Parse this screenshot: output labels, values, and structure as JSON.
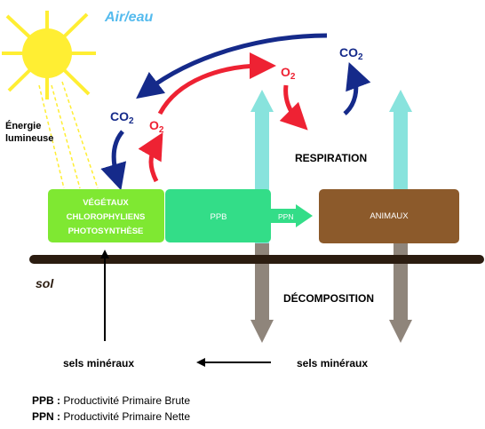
{
  "medium_label": "Air/eau",
  "sun_label_line1": "Énergie",
  "sun_label_line2": "lumineuse",
  "co2_text": "CO",
  "co2_sub": "2",
  "o2_text": "O",
  "o2_sub": "2",
  "plants_line1": "VÉGÉTAUX",
  "plants_line2": "CHLOROPHYLIENS",
  "plants_line3": "PHOTOSYNTHÈSE",
  "ppb_box": "PPB",
  "ppn_arrow": "PPN",
  "animals_box": "ANIMAUX",
  "respiration": "RESPIRATION",
  "decomposition": "DÉCOMPOSITION",
  "soil": "sol",
  "minerals_left": "sels minéraux",
  "minerals_right": "sels minéraux",
  "legend": [
    {
      "abbr": "PPB :",
      "text": " Productivité Primaire Brute"
    },
    {
      "abbr": "PPN :",
      "text": " Productivité Primaire Nette"
    }
  ],
  "colors": {
    "sun": "#ffee33",
    "plants_box": "#7fe832",
    "ppb_box": "#33dd88",
    "animals_box": "#8c5a2b",
    "co2_arrow": "#152a8a",
    "o2_arrow": "#ee2233",
    "respiration_arrow": "#88e3dd",
    "decomposition_arrow": "#8f857b",
    "soil_bar": "#2b1c10",
    "medium_text": "#55bbee"
  }
}
